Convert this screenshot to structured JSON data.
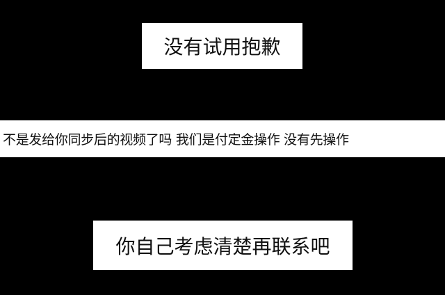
{
  "captions": [
    {
      "text": "没有试用抱歉"
    },
    {
      "text": "不是发给你同步后的视频了吗  我们是付定金操作 没有先操作"
    },
    {
      "text": "你自己考虑清楚再联系吧"
    }
  ],
  "colors": {
    "background": "#000000",
    "caption_bg": "#ffffff",
    "caption_text": "#111111"
  }
}
